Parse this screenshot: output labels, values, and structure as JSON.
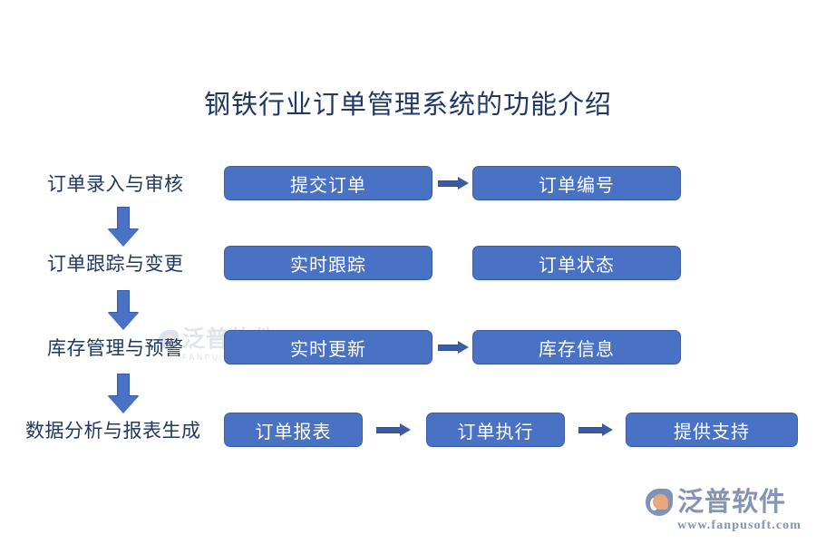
{
  "diagram": {
    "title": "钢铁行业订单管理系统的功能介绍",
    "colors": {
      "title_text": "#1F3864",
      "label_text": "#1F3864",
      "node_fill": "#4A72C4",
      "node_border": "#3A5CA6",
      "node_text": "#FFFFFF",
      "arrow": "#3A5CA6",
      "down_arrow_fill": "#4A72C4",
      "background": "#FFFFFF",
      "logo": "#8494B5",
      "logo_accent": "#E8A77D"
    },
    "rows": [
      {
        "label": "订单录入与审核",
        "nodes": [
          {
            "text": "提交订单"
          },
          {
            "text": "订单编号"
          }
        ],
        "connectors": [
          "arrow-right"
        ]
      },
      {
        "label": "订单跟踪与变更",
        "nodes": [
          {
            "text": "实时跟踪"
          },
          {
            "text": "订单状态"
          }
        ],
        "connectors": []
      },
      {
        "label": "库存管理与预警",
        "nodes": [
          {
            "text": "实时更新"
          },
          {
            "text": "库存信息"
          }
        ],
        "connectors": [
          "arrow-right"
        ]
      },
      {
        "label": "数据分析与报表生成",
        "nodes": [
          {
            "text": "订单报表"
          },
          {
            "text": "订单执行"
          },
          {
            "text": "提供支持"
          }
        ],
        "connectors": [
          "arrow-right",
          "arrow-right"
        ]
      }
    ],
    "vertical_connectors": [
      "down-arrow",
      "down-arrow",
      "down-arrow"
    ]
  },
  "watermark": {
    "text": "泛普软件",
    "subtext": "FANPU SOFTWARE"
  },
  "logo": {
    "name": "泛普软件",
    "url": "www.fanpusoft.com"
  }
}
